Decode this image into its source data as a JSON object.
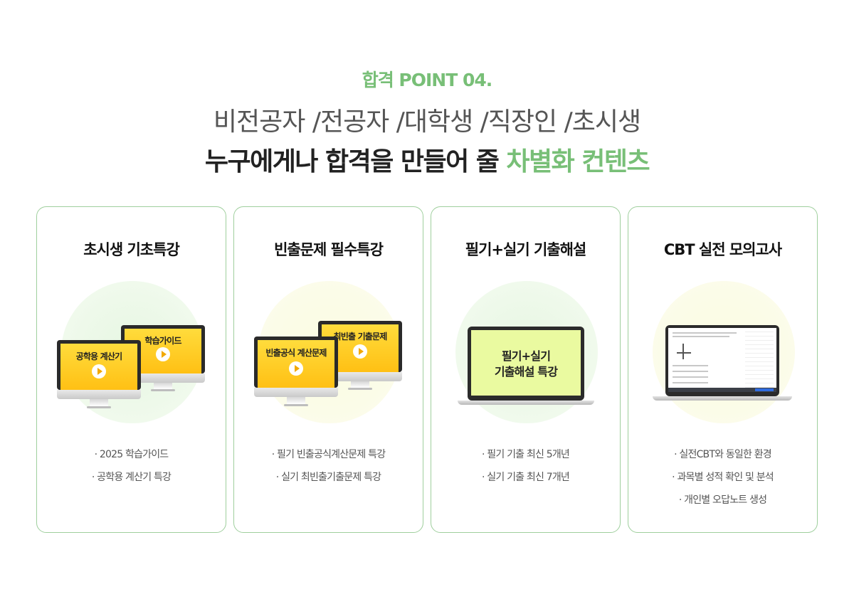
{
  "header": {
    "eyebrow": "합격 POINT 04.",
    "subline": "비전공자 /전공자 /대학생 /직장인 /초시생",
    "headline_main": "누구에게나 합격을 만들어 줄 ",
    "headline_accent": "차별화 컨텐츠"
  },
  "colors": {
    "accent": "#78bf77",
    "card_border": "#9fcf9d",
    "screen_yellow": "#ffc014",
    "laptop_screen": "#eafaa0"
  },
  "cards": [
    {
      "title": "초시생 기초특강",
      "screens": [
        "공학용 계산기",
        "학습가이드"
      ],
      "bullets": [
        "2025 학습가이드",
        "공학용 계산기 특강"
      ]
    },
    {
      "title": "빈출문제 필수특강",
      "screens": [
        "빈출공식 계산문제",
        "최빈출 기출문제"
      ],
      "bullets": [
        "필기 빈출공식계산문제 특강",
        "실기 최빈출기출문제 특강"
      ]
    },
    {
      "title": "필기+실기 기출해설",
      "screen_lines": [
        "필기+실기",
        "기출해설 특강"
      ],
      "bullets": [
        "필기 기출 최신 5개년",
        "실기 기출 최신 7개년"
      ]
    },
    {
      "title": "CBT 실전 모의고사",
      "bullets": [
        "실전CBT와 동일한 환경",
        "과목별 성적 확인 및 분석",
        "개인별 오답노트 생성"
      ]
    }
  ]
}
